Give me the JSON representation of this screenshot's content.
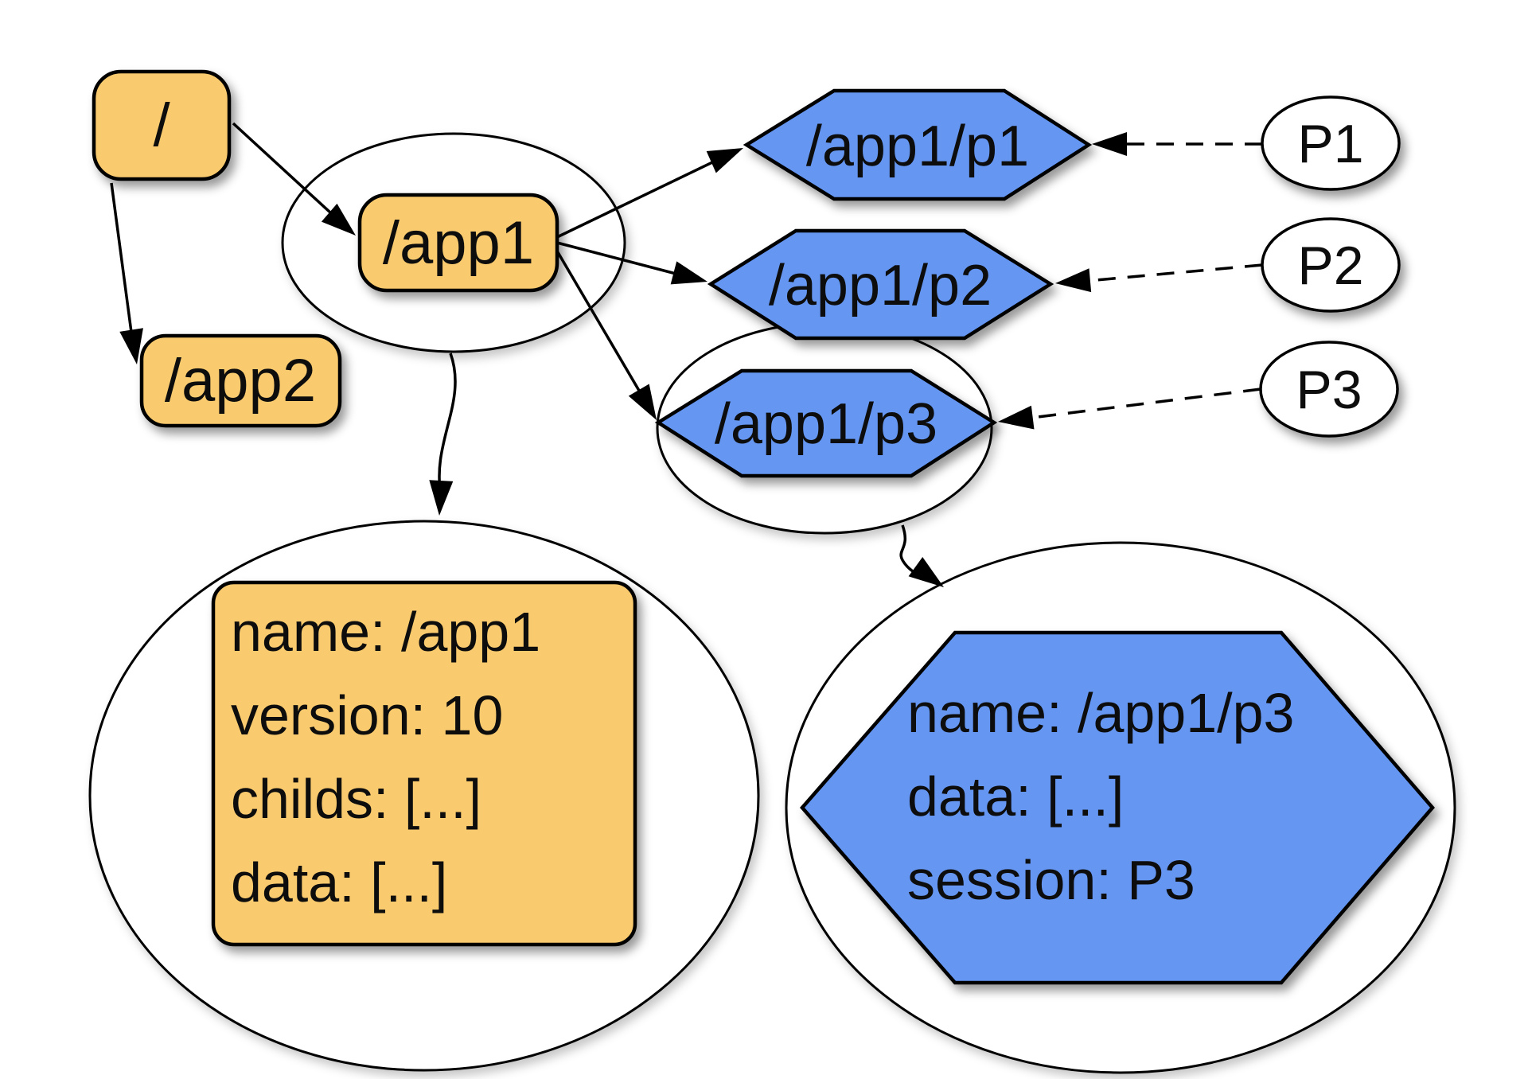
{
  "colors": {
    "znode_fill": "#FACB6E",
    "ephemeral_fill": "#6596F1",
    "session_fill": "#FFFFFF",
    "line": "#000000"
  },
  "nodes": {
    "root": {
      "label": "/"
    },
    "app1": {
      "label": "/app1"
    },
    "app2": {
      "label": "/app2"
    },
    "p1": {
      "label": "/app1/p1"
    },
    "p2": {
      "label": "/app1/p2"
    },
    "p3": {
      "label": "/app1/p3"
    }
  },
  "sessions": {
    "s1": {
      "label": "P1"
    },
    "s2": {
      "label": "P2"
    },
    "s3": {
      "label": "P3"
    }
  },
  "details": {
    "app1": {
      "lines": [
        "name: /app1",
        "version: 10",
        "childs: [...]",
        "data: [...]"
      ]
    },
    "p3": {
      "lines": [
        "name: /app1/p3",
        "data: [...]",
        "session: P3"
      ]
    }
  }
}
